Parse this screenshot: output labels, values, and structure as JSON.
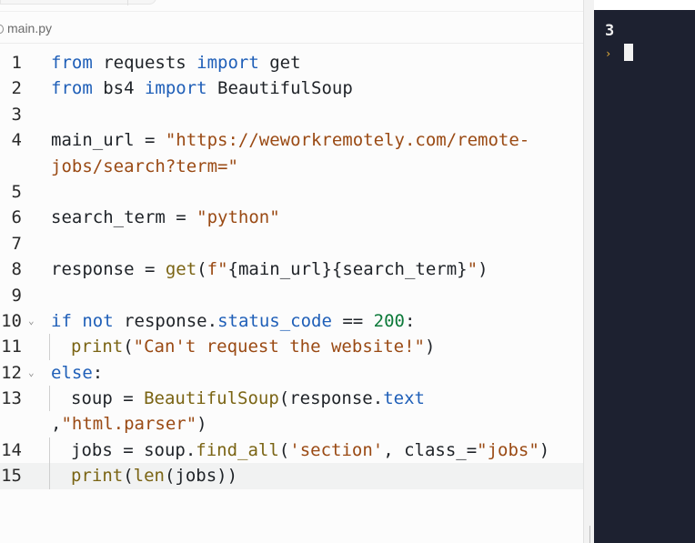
{
  "file": {
    "name": "main.py"
  },
  "console": {
    "output": "3",
    "prompt": "›"
  },
  "code": [
    {
      "n": "1",
      "fold": false,
      "guide": false,
      "indent": 0,
      "tokens": [
        [
          "kw",
          "from"
        ],
        [
          "pl",
          " requests "
        ],
        [
          "kw",
          "import"
        ],
        [
          "pl",
          " get"
        ]
      ]
    },
    {
      "n": "2",
      "fold": false,
      "guide": false,
      "indent": 0,
      "tokens": [
        [
          "kw",
          "from"
        ],
        [
          "pl",
          " bs4 "
        ],
        [
          "kw",
          "import"
        ],
        [
          "pl",
          " BeautifulSoup"
        ]
      ]
    },
    {
      "n": "3",
      "fold": false,
      "guide": false,
      "indent": 0,
      "tokens": []
    },
    {
      "n": "4",
      "fold": false,
      "guide": false,
      "indent": 0,
      "tokens": [
        [
          "pl",
          "main_url = "
        ],
        [
          "str",
          "\"https://weworkremotely.com/remote-"
        ]
      ]
    },
    {
      "n": "",
      "fold": false,
      "guide": false,
      "indent": 0,
      "tokens": [
        [
          "str",
          "jobs/search?term=\""
        ]
      ]
    },
    {
      "n": "5",
      "fold": false,
      "guide": false,
      "indent": 0,
      "tokens": []
    },
    {
      "n": "6",
      "fold": false,
      "guide": false,
      "indent": 0,
      "tokens": [
        [
          "pl",
          "search_term = "
        ],
        [
          "str",
          "\"python\""
        ]
      ]
    },
    {
      "n": "7",
      "fold": false,
      "guide": false,
      "indent": 0,
      "tokens": []
    },
    {
      "n": "8",
      "fold": false,
      "guide": false,
      "indent": 0,
      "tokens": [
        [
          "pl",
          "response = "
        ],
        [
          "fn",
          "get"
        ],
        [
          "pl",
          "("
        ],
        [
          "str",
          "f\""
        ],
        [
          "pl",
          "{main_url}{search_term}"
        ],
        [
          "str",
          "\""
        ],
        [
          "pl",
          ")"
        ]
      ]
    },
    {
      "n": "9",
      "fold": false,
      "guide": false,
      "indent": 0,
      "tokens": []
    },
    {
      "n": "10",
      "fold": true,
      "guide": false,
      "indent": 0,
      "tokens": [
        [
          "kw",
          "if"
        ],
        [
          "pl",
          " "
        ],
        [
          "kw",
          "not"
        ],
        [
          "pl",
          " response."
        ],
        [
          "attr",
          "status_code"
        ],
        [
          "pl",
          " == "
        ],
        [
          "num",
          "200"
        ],
        [
          "pl",
          ":"
        ]
      ]
    },
    {
      "n": "11",
      "fold": false,
      "guide": true,
      "indent": 1,
      "tokens": [
        [
          "fn",
          "print"
        ],
        [
          "pl",
          "("
        ],
        [
          "str",
          "\"Can't request the website!\""
        ],
        [
          "pl",
          ")"
        ]
      ]
    },
    {
      "n": "12",
      "fold": true,
      "guide": false,
      "indent": 0,
      "tokens": [
        [
          "kw",
          "else"
        ],
        [
          "pl",
          ":"
        ]
      ]
    },
    {
      "n": "13",
      "fold": false,
      "guide": true,
      "indent": 1,
      "tokens": [
        [
          "pl",
          "soup = "
        ],
        [
          "fn",
          "BeautifulSoup"
        ],
        [
          "pl",
          "(response."
        ],
        [
          "attr",
          "text"
        ]
      ]
    },
    {
      "n": "",
      "fold": false,
      "guide": false,
      "indent": 0,
      "tokens": [
        [
          "pl",
          ","
        ],
        [
          "str",
          "\"html.parser\""
        ],
        [
          "pl",
          ")"
        ]
      ]
    },
    {
      "n": "14",
      "fold": false,
      "guide": true,
      "indent": 1,
      "tokens": [
        [
          "pl",
          "jobs = soup."
        ],
        [
          "fn",
          "find_all"
        ],
        [
          "pl",
          "("
        ],
        [
          "str",
          "'section'"
        ],
        [
          "pl",
          ", class_="
        ],
        [
          "str",
          "\"jobs\""
        ],
        [
          "pl",
          ")"
        ]
      ]
    },
    {
      "n": "15",
      "fold": false,
      "guide": true,
      "indent": 1,
      "active": true,
      "tokens": [
        [
          "fn",
          "print"
        ],
        [
          "pl",
          "("
        ],
        [
          "fn",
          "len"
        ],
        [
          "pl",
          "(jobs))"
        ]
      ]
    }
  ]
}
